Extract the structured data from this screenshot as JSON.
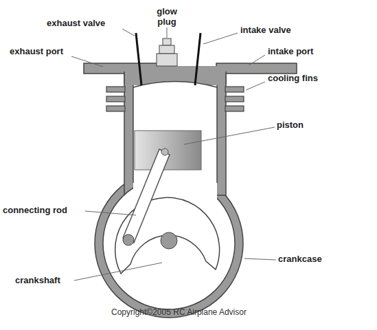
{
  "diagram": {
    "labels": [
      "exhaust valve",
      "glow plug",
      "intake valve",
      "exhaust port",
      "intake port",
      "cooling fins",
      "piston",
      "connecting rod",
      "crankcase",
      "crankshaft",
      "Copyright©2005 RC Airplane Advisor"
    ]
  }
}
